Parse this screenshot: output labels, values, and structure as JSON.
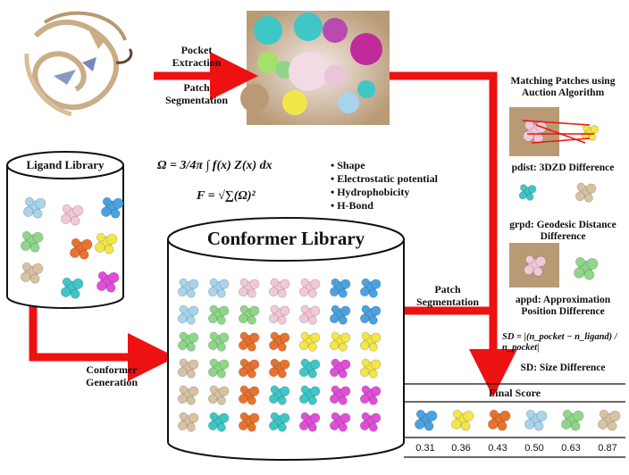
{
  "labels": {
    "pocket_extraction": "Pocket\nExtraction",
    "patch_segmentation_top": "Patch\nSegmentation",
    "ligand_library": "Ligand Library",
    "conformer_library": "Conformer Library",
    "conformer_generation": "Conformer\nGeneration",
    "patch_segmentation_mid": "Patch\nSegmentation",
    "matching_title": "Matching Patches using\nAuction Algorithm",
    "pdist": "pdist: 3DZD Difference",
    "grpd": "grpd: Geodesic Distance\nDifference",
    "appd": "appd: Approximation\nPosition Difference",
    "sd_label": "SD: Size Difference",
    "final_score": "Final Score"
  },
  "formulas": {
    "omega": "Ω = 3/4π ∫ f(x) Z(x) dx",
    "f": "F = √∑(Ω)²",
    "sd": "SD = |(n_pocket − n_ligand) / n_pocket|"
  },
  "features": [
    "Shape",
    "Electrostatic potential",
    "Hydrophobicity",
    "H-Bond"
  ],
  "scores": [
    "0.31",
    "0.36",
    "0.43",
    "0.50",
    "0.63",
    "0.87"
  ],
  "colors": {
    "arrow": "#ee1111",
    "blue": "#4aa3e0",
    "yellow": "#f2e64a",
    "orange": "#e8722e",
    "lightblue": "#a8d4ec",
    "green": "#8fd68a",
    "tan": "#d8c2a4",
    "pink": "#f2c8d8",
    "cyan": "#3fc6c6",
    "magenta": "#e04fd8"
  }
}
